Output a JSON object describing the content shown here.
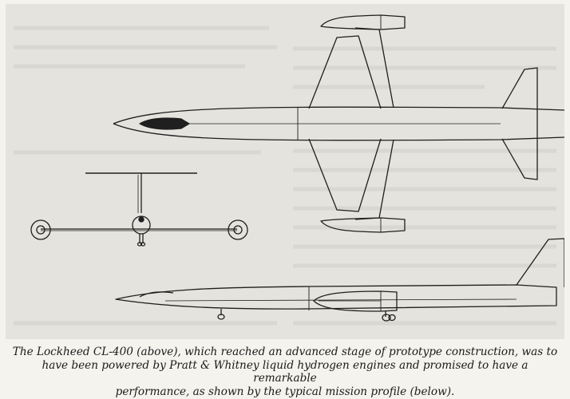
{
  "caption": {
    "lines": [
      "The Lockheed CL-400 (above), which reached an advanced stage of prototype construction, was to",
      "have been powered by Pratt & Whitney liquid hydrogen engines and promised to have a remarkable",
      "performance, as shown by the typical mission profile (below)."
    ]
  },
  "colors": {
    "background": "#e4e3dd",
    "line": "#1f1f1f",
    "ghost_text": "#c8c7c1"
  }
}
